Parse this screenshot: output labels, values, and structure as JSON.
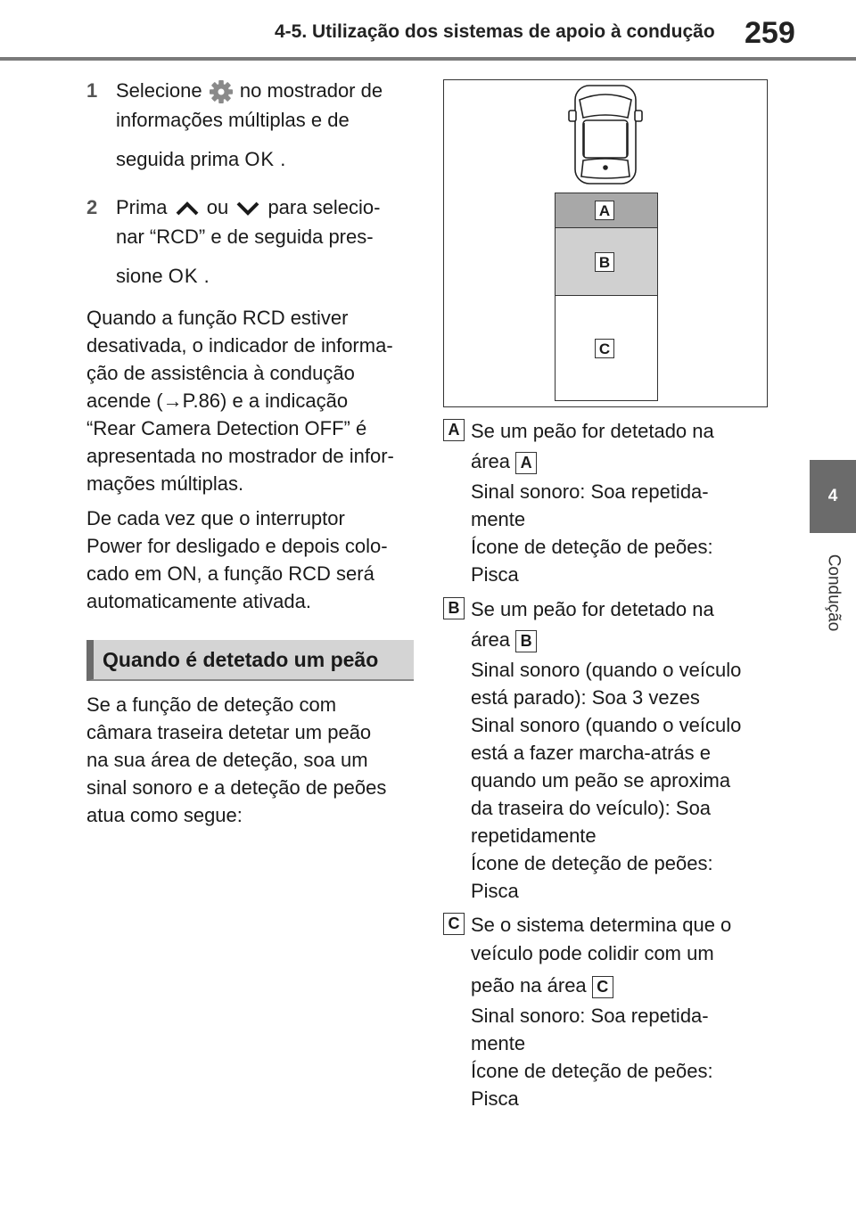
{
  "header": {
    "section_title": "4-5. Utilização dos sistemas de apoio à condução",
    "page_number": "259"
  },
  "side_tab": {
    "chapter_number": "4",
    "chapter_label": "Condução"
  },
  "steps": [
    {
      "number": "1",
      "line1_before": "Selecione",
      "line1_after": "no mostrador de",
      "line2": "informações múltiplas e de",
      "line3_before": "seguida prima",
      "ok": "OK",
      "line3_after": "."
    },
    {
      "number": "2",
      "line1_before": "Prima",
      "or": "ou",
      "line1_after": "para selecio-",
      "line2": "nar “RCD” e de seguida pres-",
      "line3_before": "sione",
      "ok": "OK",
      "line3_after": "."
    }
  ],
  "paragraph_off": [
    "Quando a função RCD estiver",
    "desativada, o indicador de informa-",
    "ção de assistência à condução",
    "acende (→P.86) e a indicação",
    "“Rear Camera Detection OFF” é",
    "apresentada no mostrador de infor-",
    "mações múltiplas."
  ],
  "paragraph_on": [
    "De cada vez que o interruptor",
    "Power for desligado e depois colo-",
    "cado em ON, a função RCD será",
    "automaticamente ativada."
  ],
  "section_heading": "Quando é detetado um peão",
  "paragraph_detect": [
    "Se a função de deteção com",
    "câmara traseira detetar um peão",
    "na sua área de deteção, soa um",
    "sinal sonoro e a deteção de peões",
    "atua como segue:"
  ],
  "figure": {
    "zone_labels": [
      "A",
      "B",
      "C"
    ],
    "colors": {
      "zone_a": "#a8a8a8",
      "zone_b": "#d0d0d0",
      "zone_c": "#ffffff"
    }
  },
  "items": [
    {
      "tag": "A",
      "lines": [
        {
          "text": "Se um peão for detetado na"
        },
        {
          "text": "área",
          "inline_tag": "A"
        },
        {
          "text": "Sinal sonoro: Soa repetida-"
        },
        {
          "text": "mente"
        },
        {
          "text": "Ícone de deteção de peões:"
        },
        {
          "text": "Pisca"
        }
      ]
    },
    {
      "tag": "B",
      "lines": [
        {
          "text": "Se um peão for detetado na"
        },
        {
          "text": "área",
          "inline_tag": "B"
        },
        {
          "text": "Sinal sonoro (quando o veículo"
        },
        {
          "text": "está parado): Soa 3 vezes"
        },
        {
          "text": "Sinal sonoro (quando o veículo"
        },
        {
          "text": "está a fazer marcha-atrás e"
        },
        {
          "text": "quando um peão se aproxima"
        },
        {
          "text": "da traseira do veículo): Soa"
        },
        {
          "text": "repetidamente"
        },
        {
          "text": "Ícone de deteção de peões:"
        },
        {
          "text": "Pisca"
        }
      ]
    },
    {
      "tag": "C",
      "lines": [
        {
          "text": "Se o sistema determina que o"
        },
        {
          "text": "veículo pode colidir com um"
        },
        {
          "text": "peão na área",
          "inline_tag": "C"
        },
        {
          "text": "Sinal sonoro: Soa repetida-"
        },
        {
          "text": "mente"
        },
        {
          "text": "Ícone de deteção de peões:"
        },
        {
          "text": "Pisca"
        }
      ]
    }
  ]
}
